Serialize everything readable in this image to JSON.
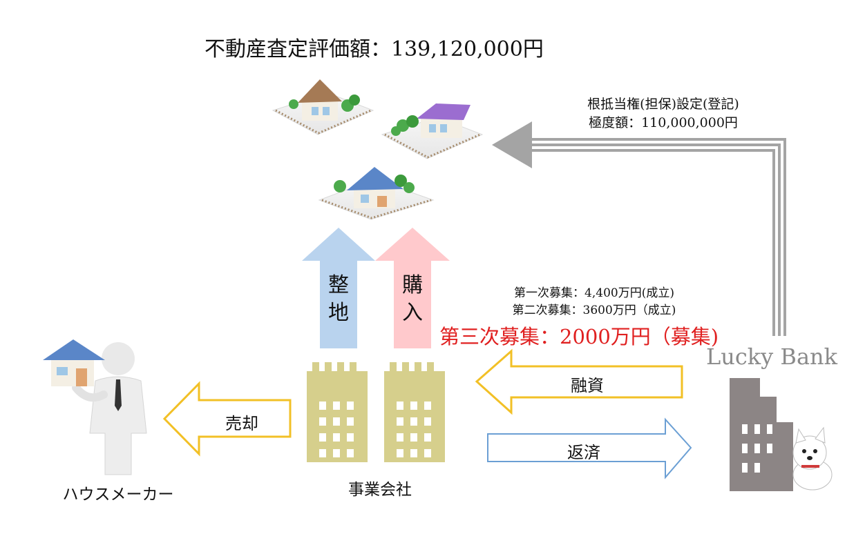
{
  "title": "不動産査定評価額：139,120,000円",
  "mortgage": {
    "line1": "根抵当権(担保)設定(登記)",
    "line2": "極度額：110,000,000円"
  },
  "funding": {
    "round1": "第一次募集：4,400万円(成立)",
    "round2": "第二次募集：3600万円（成立)",
    "round3": "第三次募集：2000万円（募集)"
  },
  "arrows": {
    "grading": "整地",
    "purchase": "購入",
    "sale": "売却",
    "financing": "融資",
    "repayment": "返済"
  },
  "actors": {
    "house_maker": "ハウスメーカー",
    "company": "事業会社",
    "bank_logo": "Lucky Bank"
  },
  "colors": {
    "blue_arrow": "#b9d3ee",
    "pink_arrow": "#ffc9cc",
    "yellow_outline": "#f2c026",
    "blue_outline": "#6b9fd4",
    "building_yellow": "#d6cf8c",
    "bank_gray": "#8c8585",
    "round3_red": "#e02020"
  },
  "icons": [
    "house-icon",
    "person-icon",
    "office-building-icon",
    "bank-building-icon",
    "dog-icon"
  ]
}
